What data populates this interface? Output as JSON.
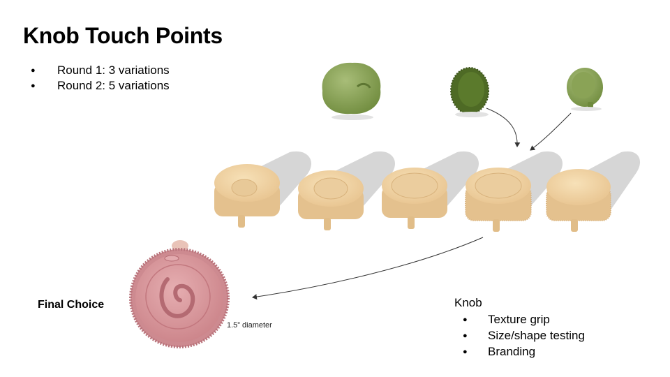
{
  "slide": {
    "title": "Knob Touch Points",
    "rounds": [
      "Round 1: 3 variations",
      "Round 2: 5 variations"
    ],
    "final_choice_label": "Final Choice",
    "diameter_note": "1.5” diameter",
    "knob_heading": "Knob",
    "knob_points": [
      "Texture grip",
      "Size/shape testing",
      "Branding"
    ]
  },
  "colors": {
    "round1_knob": "#8ca45a",
    "round2_knob": "#f0d3a3",
    "final_knob": "#d8959a",
    "shadow": "#d6d6d6"
  }
}
